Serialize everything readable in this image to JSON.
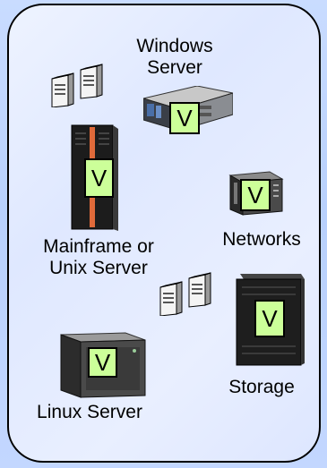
{
  "labels": {
    "windows": "Windows\nServer",
    "mainframe": "Mainframe or\nUnix Server",
    "networks": "Networks",
    "storage": "Storage",
    "linux": "Linux Server"
  },
  "virtual_marker": "V",
  "colors": {
    "marker_fill": "#ccff99",
    "panel_border": "#000000",
    "background": "#c2d6ff",
    "mainframe_stripe": "#e06a3a"
  },
  "icons": [
    "pc-tower-icon",
    "rack-server-icon",
    "mainframe-icon",
    "network-switch-icon",
    "storage-array-icon",
    "linux-server-icon"
  ]
}
